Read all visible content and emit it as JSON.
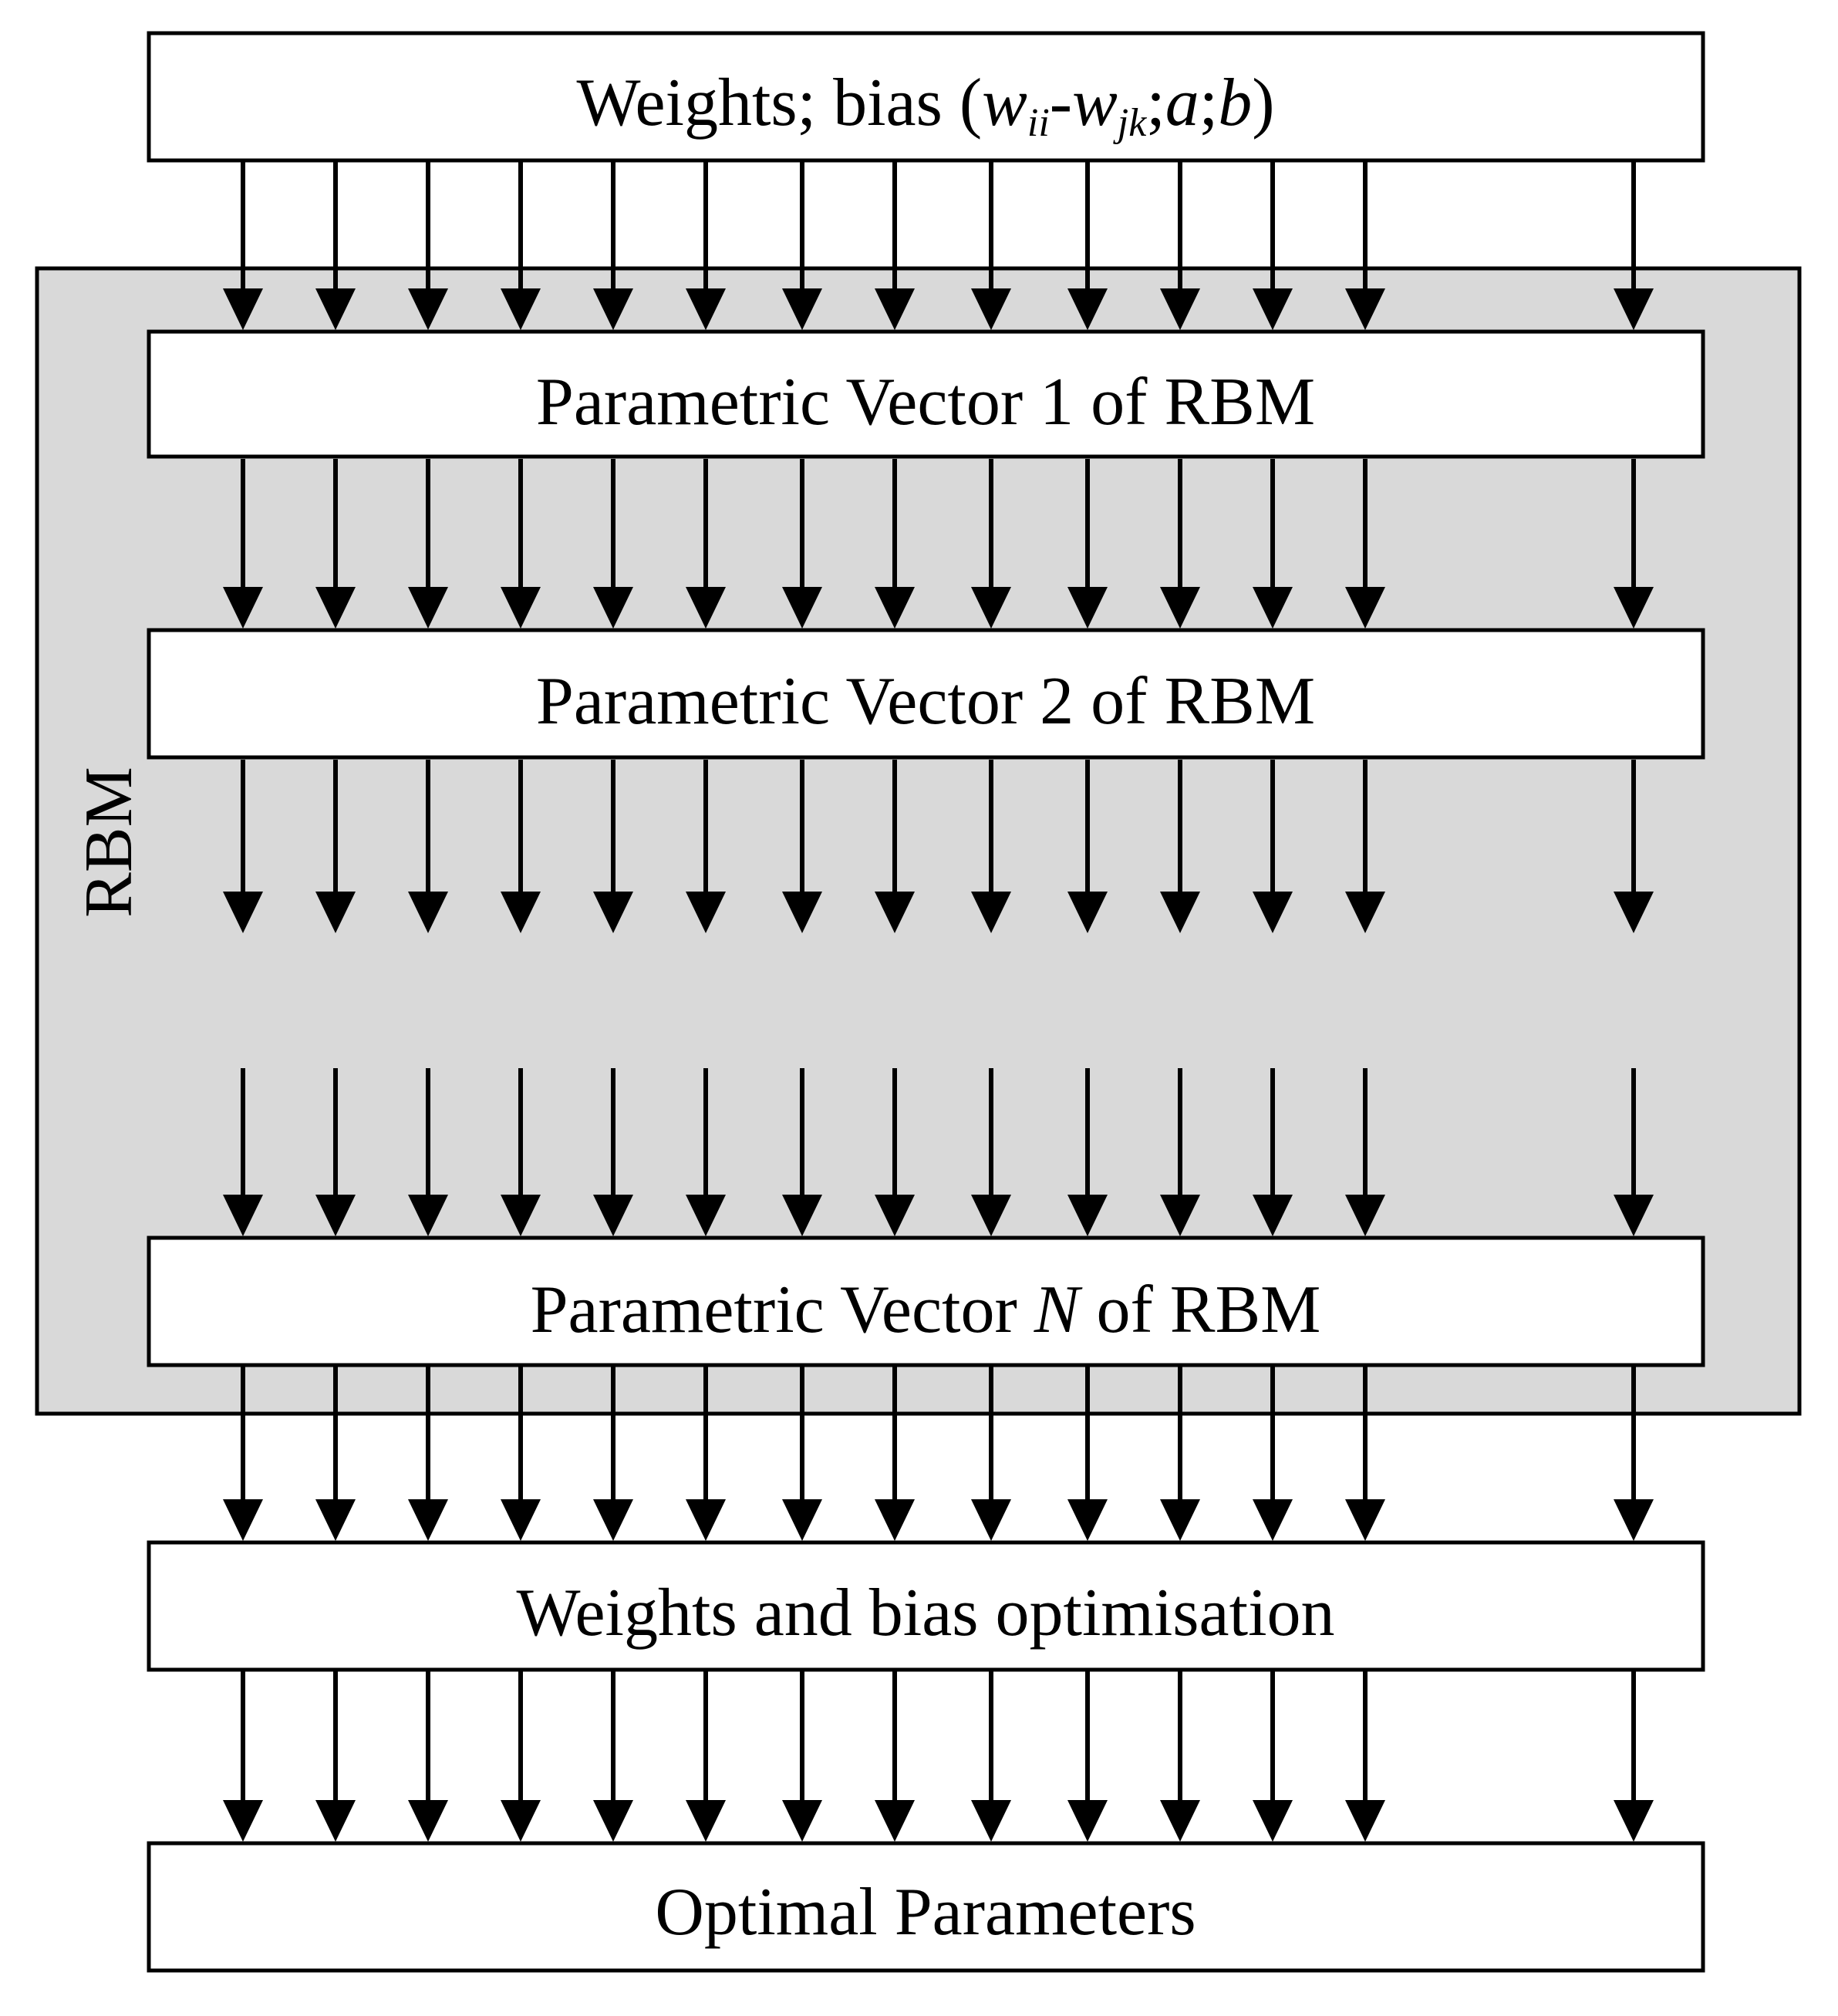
{
  "boxes": {
    "input": {
      "prefix": "Weights; bias (",
      "w1": "w",
      "w1_sub": "ii",
      "dash": "-",
      "w2": "w",
      "w2_sub": "jk",
      "sep1": ";",
      "a": "a",
      "sep2": ";",
      "b": "b",
      "suffix": ")"
    },
    "vector1": "Parametric Vector 1 of RBM",
    "vector2": "Parametric Vector 2 of RBM",
    "vectorN": {
      "prefix": "Parametric Vector ",
      "n": "N",
      "suffix": " of RBM"
    },
    "optimisation": "Weights and bias optimisation",
    "output": "Optimal Parameters"
  },
  "rbm_group_label": "RBM",
  "colors": {
    "rbm_fill": "#d9d9d9",
    "stroke": "#000000",
    "box_fill": "#ffffff"
  }
}
